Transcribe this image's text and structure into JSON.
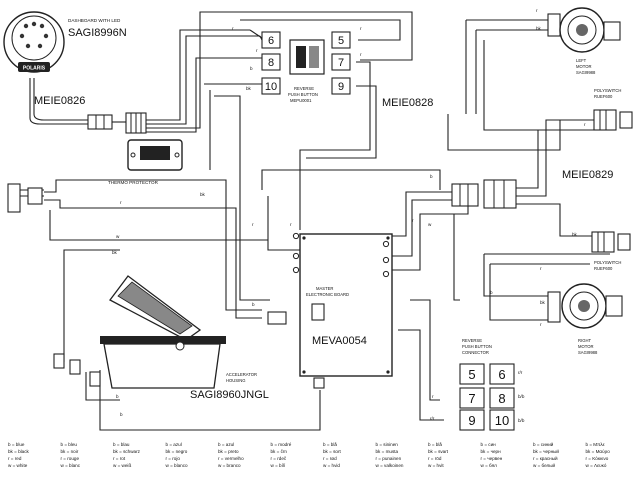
{
  "components": {
    "dashboard": {
      "title": "DASHBOARD WITH LED",
      "code": "SAGI8996N"
    },
    "harness_left": "MEIE0826",
    "harness_top": "MEIE0828",
    "harness_right": "MEIE0829",
    "thermo": "THERMO PROTECTOR",
    "reverse_button": {
      "line1": "REVERSE",
      "line2": "PUSH BUTTON",
      "line3": "MEPU0001"
    },
    "left_motor": {
      "line1": "LEFT",
      "line2": "MOTOR",
      "line3": "SAGI9988"
    },
    "right_motor": {
      "line1": "RIGHT",
      "line2": "MOTOR",
      "line3": "SAGI9988"
    },
    "polyswitch_top": {
      "line1": "POLYSWITCH",
      "line2": "RUEF600"
    },
    "polyswitch_bottom": {
      "line1": "POLYSWITCH",
      "line2": "RUEF600"
    },
    "master_board": {
      "line1": "MASTER",
      "line2": "ELECTRONIC BOARD",
      "code": "MEVA0054"
    },
    "accelerator": {
      "line1": "ACCELERATOR",
      "line2": "HOUSING",
      "code": "SAGI8960JNGL"
    },
    "connector_label": {
      "line1": "REVERSE",
      "line2": "PUSH BUTTON",
      "line3": "CONNECTOR"
    },
    "logo": "POLARIS"
  },
  "pins_top": [
    "6",
    "5",
    "8",
    "7",
    "10",
    "9"
  ],
  "pins_connector": [
    "5",
    "6",
    "7",
    "8",
    "9",
    "10"
  ],
  "wire_labels": {
    "r": "r",
    "b": "b",
    "bk": "bk",
    "w": "w",
    "bb": "b/b",
    "rr": "r/r"
  },
  "legend": [
    [
      "b = blue",
      "bk = black",
      "r = red",
      "w = white"
    ],
    [
      "b = bleu",
      "bk = noir",
      "r = rouge",
      "w = blanc"
    ],
    [
      "b = blau",
      "bk = schwarz",
      "r = rot",
      "w = weiß"
    ],
    [
      "b = azul",
      "bk = negro",
      "r = rojo",
      "w = blanco"
    ],
    [
      "b = azul",
      "bk = preto",
      "r = vermelho",
      "w = branco"
    ],
    [
      "b = modré",
      "bk = črn",
      "r = rdeč",
      "w = bílí"
    ],
    [
      "b = blå",
      "bk = sort",
      "r = rød",
      "w = hvid"
    ],
    [
      "b = sininen",
      "bk = musta",
      "r = punainen",
      "w = valkoinen"
    ],
    [
      "b = blå",
      "bk = svart",
      "r = röd",
      "w = hvit"
    ],
    [
      "b = син",
      "bk = черн",
      "r = червен",
      "w = бял"
    ],
    [
      "b = синий",
      "bk = черный",
      "r = красный",
      "w = белый"
    ],
    [
      "b = Μπλε",
      "bk = Μαύρο",
      "r = Κόκκινο",
      "w = Λευκό"
    ]
  ]
}
